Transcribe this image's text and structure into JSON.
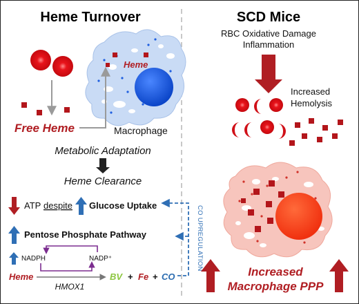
{
  "left_panel": {
    "title": "Heme Turnover",
    "heme_label": "Heme",
    "free_heme_label": "Free Heme",
    "macrophage_label": "Macrophage",
    "metabolic_adaptation": "Metabolic Adaptation",
    "heme_clearance": "Heme Clearance",
    "atp_label": "ATP",
    "despite_label": "despite",
    "glucose_uptake": "Glucose Uptake",
    "ppp_label": "Pentose Phosphate Pathway",
    "nadph_label": "NADPH",
    "nadp_label": "NADP⁺",
    "co_upregulation": "CO UPREGULATION",
    "reaction": {
      "heme": "Heme",
      "enzyme": "HMOX1",
      "bv": "BV",
      "plus1": "+",
      "fe": "Fe",
      "plus2": "+",
      "co": "CO"
    }
  },
  "right_panel": {
    "title": "SCD Mice",
    "cause_line1": "RBC Oxidative Damage",
    "cause_line2": "Inflammation",
    "hemolysis_line1": "Increased",
    "hemolysis_line2": "Hemolysis",
    "ppp_line1": "Increased",
    "ppp_line2": "Macrophage PPP"
  },
  "colors": {
    "dark_red": "#b01e23",
    "rbc_red": "#e8141b",
    "heme_square": "#b3161b",
    "arrow_blue": "#2f6fb5",
    "nucleus_blue": "#1f5fe0",
    "macrophage_blue": "#c9dbf5",
    "macrophage_pink": "#f7c5bd",
    "nucleus_red": "#ff3d1f",
    "bv_green": "#8cc63f",
    "co_blue": "#2b6cb0",
    "nadph_purple": "#7b2c8f"
  }
}
